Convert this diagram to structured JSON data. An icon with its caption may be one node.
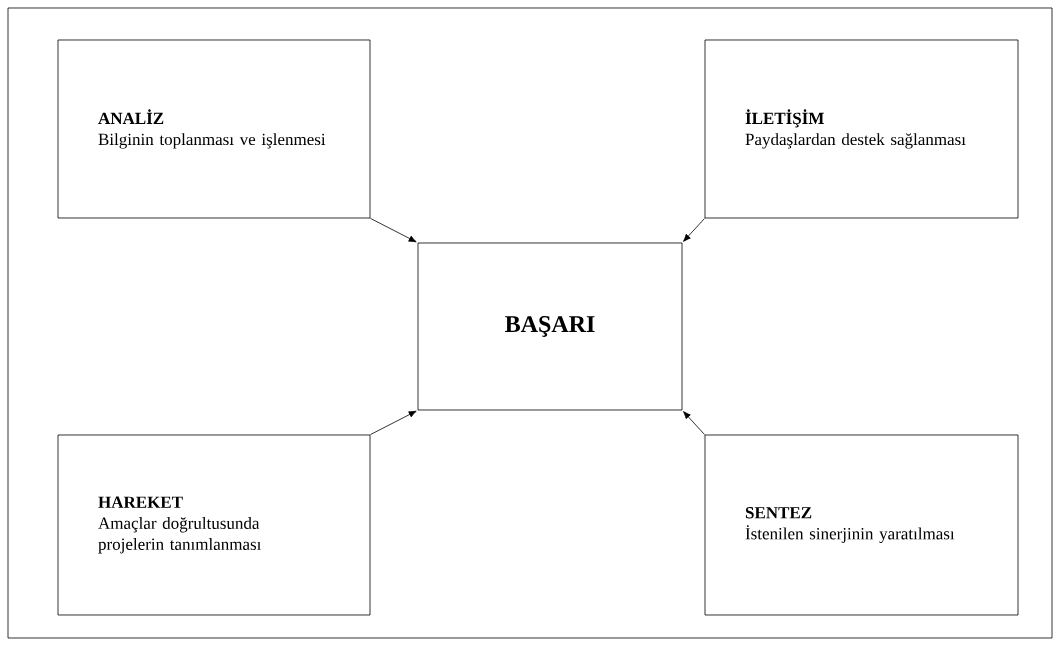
{
  "diagram": {
    "nodes": [
      {
        "text": [
          "ANALİZ",
          "Bilginin toplanması ve işlenmesi"
        ]
      },
      {
        "text": [
          "İLETİŞİM",
          "Paydaşlardan destek sağlanması"
        ]
      },
      {
        "text": [
          "BAŞARI"
        ]
      },
      {
        "text": [
          "HAREKET",
          "Amaçlar doğrultusunda projelerin tanımlanması"
        ]
      },
      {
        "text": [
          "SENTEZ",
          "İstenilen sinerjinin yaratılması"
        ]
      }
    ],
    "edges": [
      {
        "from": 0,
        "to": 2,
        "arrow": "to"
      },
      {
        "from": 1,
        "to": 2,
        "arrow": "to"
      },
      {
        "from": 3,
        "to": 2,
        "arrow": "to"
      },
      {
        "from": 4,
        "to": 2,
        "arrow": "to"
      }
    ]
  }
}
